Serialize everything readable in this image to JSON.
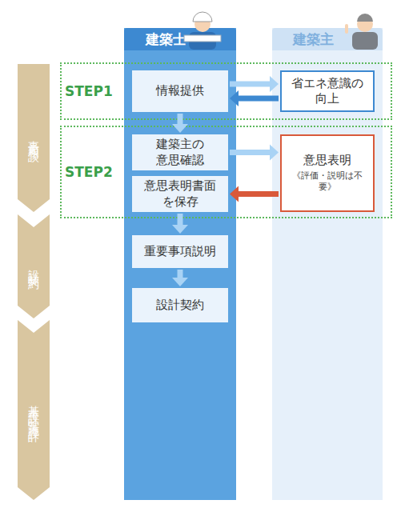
{
  "diagram": {
    "nodes": [
      {
        "text": [
          "事前相談"
        ]
      },
      {
        "text": [
          "設計契約"
        ]
      },
      {
        "text": [
          "基本設計・実施設計"
        ]
      },
      {
        "text": [
          "STEP1"
        ]
      },
      {
        "text": [
          "STEP2"
        ]
      },
      {
        "text": [
          "建築士"
        ]
      },
      {
        "text": [
          "情報提供"
        ],
        "in": 5
      },
      {
        "text": [
          "建築主の意思確認"
        ],
        "in": 5
      },
      {
        "text": [
          "意思表明書面を保存"
        ],
        "in": 5
      },
      {
        "text": [
          "重要事項説明"
        ],
        "in": 5
      },
      {
        "text": [
          "設計契約"
        ],
        "in": 5
      },
      {
        "text": [
          "建築主"
        ]
      },
      {
        "text": [
          "省エネ意識の向上"
        ],
        "in": 11
      },
      {
        "text": [
          "意思表明",
          "《評価・説明は不要》"
        ],
        "in": 11
      }
    ],
    "edges": [
      {
        "from": 6,
        "to": 12,
        "arrow": "to"
      },
      {
        "from": 12,
        "to": 6,
        "arrow": "to"
      },
      {
        "from": 6,
        "to": 7,
        "arrow": "to"
      },
      {
        "from": 7,
        "to": 13,
        "arrow": "to"
      },
      {
        "from": 13,
        "to": 8,
        "arrow": "to"
      },
      {
        "from": 8,
        "to": 9,
        "arrow": "to"
      },
      {
        "from": 9,
        "to": 10,
        "arrow": "to"
      }
    ]
  }
}
